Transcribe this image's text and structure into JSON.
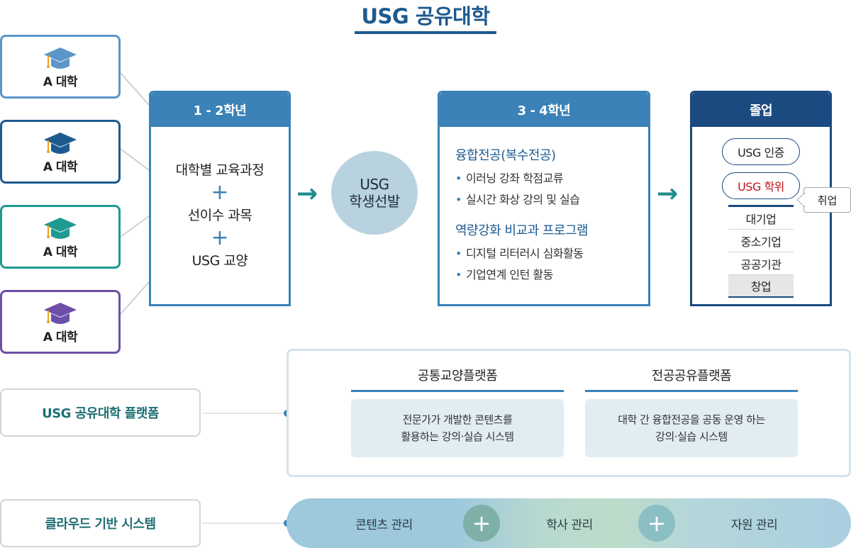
{
  "title": "USG 공유대학",
  "universities": [
    {
      "label": "A 대학",
      "color": "#5b95c9"
    },
    {
      "label": "A 대학",
      "color": "#1d5a8f"
    },
    {
      "label": "A 대학",
      "color": "#1e9a91"
    },
    {
      "label": "A 대학",
      "color": "#6d4fa8"
    }
  ],
  "step1": {
    "heading": "1 - 2학년",
    "items": [
      "대학별 교육과정",
      "선이수 과목",
      "USG 교양"
    ],
    "plus": "+"
  },
  "selection": {
    "line1": "USG",
    "line2": "학생선발"
  },
  "step2": {
    "heading": "3 - 4학년",
    "groups": [
      {
        "title": "융합전공(복수전공)",
        "bullets": [
          "이러닝 강좌 학점교류",
          "실시간 화상 강의 및 실습"
        ]
      },
      {
        "title": "역량강화 비교과 프로그램",
        "bullets": [
          "디지털 리터러시 심화활동",
          "기업연계 인턴 활동"
        ]
      }
    ],
    "bullet_mark": "•"
  },
  "graduation": {
    "heading": "졸업",
    "cert": "USG 인증",
    "degree": "USG 학위",
    "employment": "취업",
    "jobs": [
      "대기업",
      "중소기업",
      "공공기관",
      "창업"
    ]
  },
  "arrow": "→",
  "platform": {
    "label": "USG 공유대학 플랫폼",
    "columns": [
      {
        "title": "공통교양플랫폼",
        "desc_line1": "전문가가 개발한 콘텐츠를",
        "desc_line2": "활용하는 강의·실습 시스템"
      },
      {
        "title": "전공공유플랫폼",
        "desc_line1": "대학 간 융합전공을 공동 운영 하는",
        "desc_line2": "강의·실습 시스템"
      }
    ]
  },
  "cloud": {
    "label": "클라우드 기반 시스템",
    "segments": [
      "콘텐츠 관리",
      "학사 관리",
      "자원 관리"
    ],
    "plus": "+"
  },
  "colors": {
    "primary": "#3a82b7",
    "navy": "#1a4a80",
    "teal": "#1e8c8c",
    "degree_red": "#c0141e"
  },
  "icons": {
    "university": "graduation-cap-icon",
    "arrow": "arrow-right-icon"
  }
}
